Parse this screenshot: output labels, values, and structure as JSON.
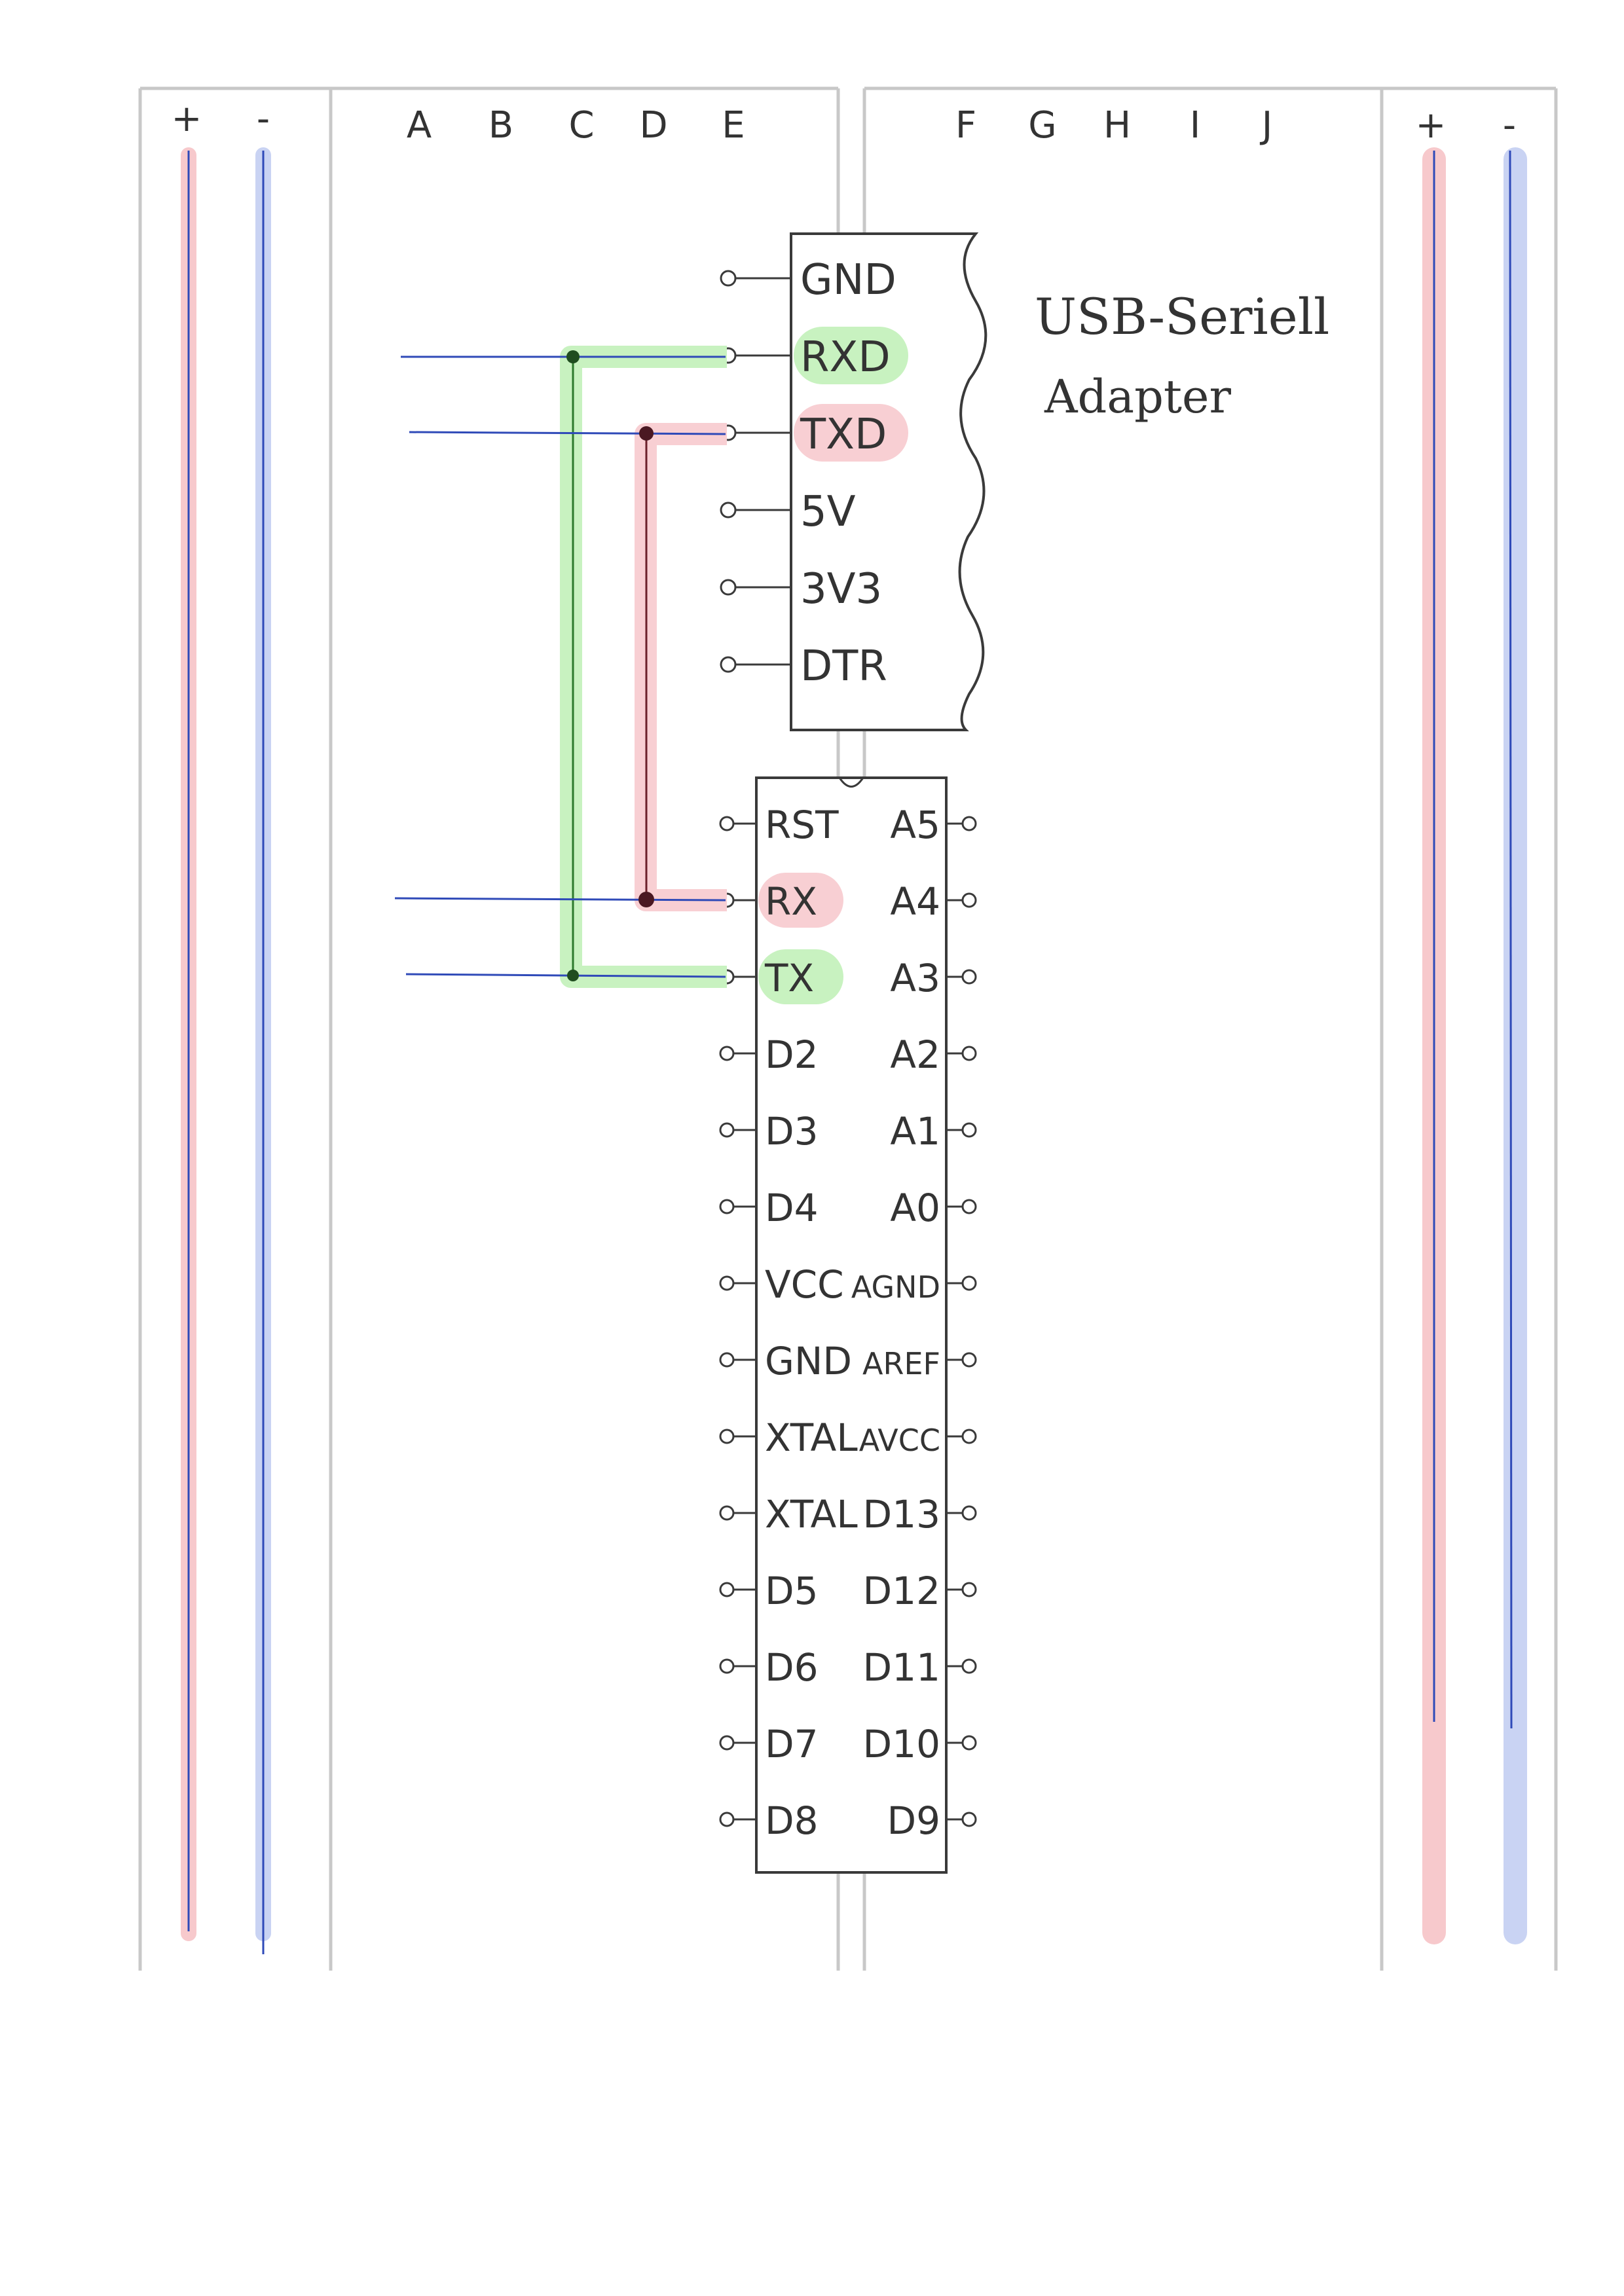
{
  "columns": {
    "left_rail": [
      "+",
      "-"
    ],
    "left_block": [
      "A",
      "B",
      "C",
      "D",
      "E"
    ],
    "right_block": [
      "F",
      "G",
      "H",
      "I",
      "J"
    ],
    "right_rail": [
      "+",
      "-"
    ]
  },
  "adapter": {
    "title_line1": "USB-Seriell",
    "title_line2": "Adapter",
    "pins": [
      "GND",
      "RXD",
      "TXD",
      "5V",
      "3V3",
      "DTR"
    ]
  },
  "mcu": {
    "left_pins": [
      "RST",
      "RX",
      "TX",
      "D2",
      "D3",
      "D4",
      "VCC",
      "GND",
      "XTAL",
      "XTAL",
      "D5",
      "D6",
      "D7",
      "D8"
    ],
    "right_pins": [
      "A5",
      "A4",
      "A3",
      "A2",
      "A1",
      "A0",
      "AGND",
      "AREF",
      "AVCC",
      "D13",
      "D12",
      "D11",
      "D10",
      "D9"
    ]
  },
  "connections": [
    {
      "from": "RXD",
      "to": "TX",
      "color": "#8fe38f"
    },
    {
      "from": "TXD",
      "to": "RX",
      "color": "#f4a3a8"
    }
  ],
  "colors": {
    "frame": "#c8c8c8",
    "plus_rail": "#f7c9cc",
    "minus_rail": "#c9d3f3",
    "wire": "#2f4ab8",
    "green_highlight": "#c8f2c0",
    "red_highlight": "#f8cfd3",
    "ink": "#3a3a3a"
  }
}
